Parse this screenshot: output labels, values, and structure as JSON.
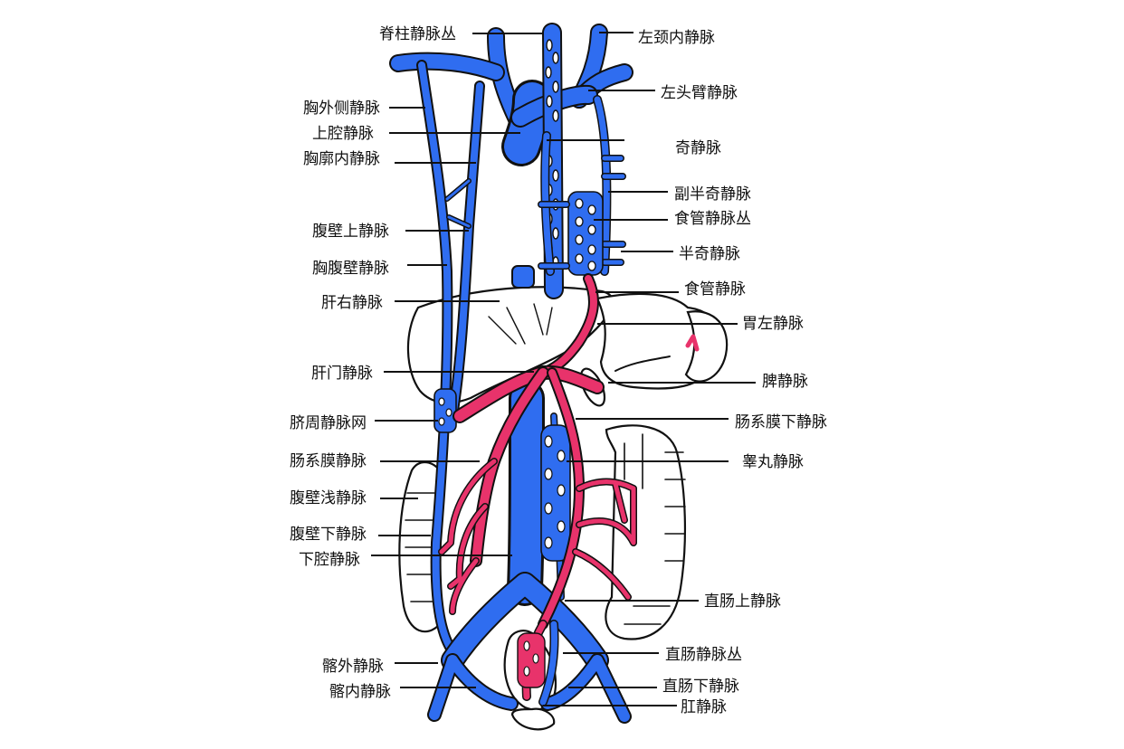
{
  "colors": {
    "systemic_vein": "#2f6df0",
    "portal_vein": "#e8336b",
    "outline": "#111111",
    "background": "#ffffff"
  },
  "labels": {
    "left": [
      "脊柱静脉丛",
      "胸外侧静脉",
      "上腔静脉",
      "胸廓内静脉",
      "腹壁上静脉",
      "胸腹壁静脉",
      "肝右静脉",
      "肝门静脉",
      "脐周静脉网",
      "肠系膜静脉",
      "腹壁浅静脉",
      "腹壁下静脉",
      "下腔静脉",
      "髂外静脉",
      "髂内静脉"
    ],
    "right": [
      "左颈内静脉",
      "左头臂静脉",
      "奇静脉",
      "副半奇静脉",
      "食管静脉丛",
      "半奇静脉",
      "食管静脉",
      "胃左静脉",
      "脾静脉",
      "肠系膜下静脉",
      "睾丸静脉",
      "直肠上静脉",
      "直肠静脉丛",
      "直肠下静脉",
      "肛静脉"
    ]
  }
}
